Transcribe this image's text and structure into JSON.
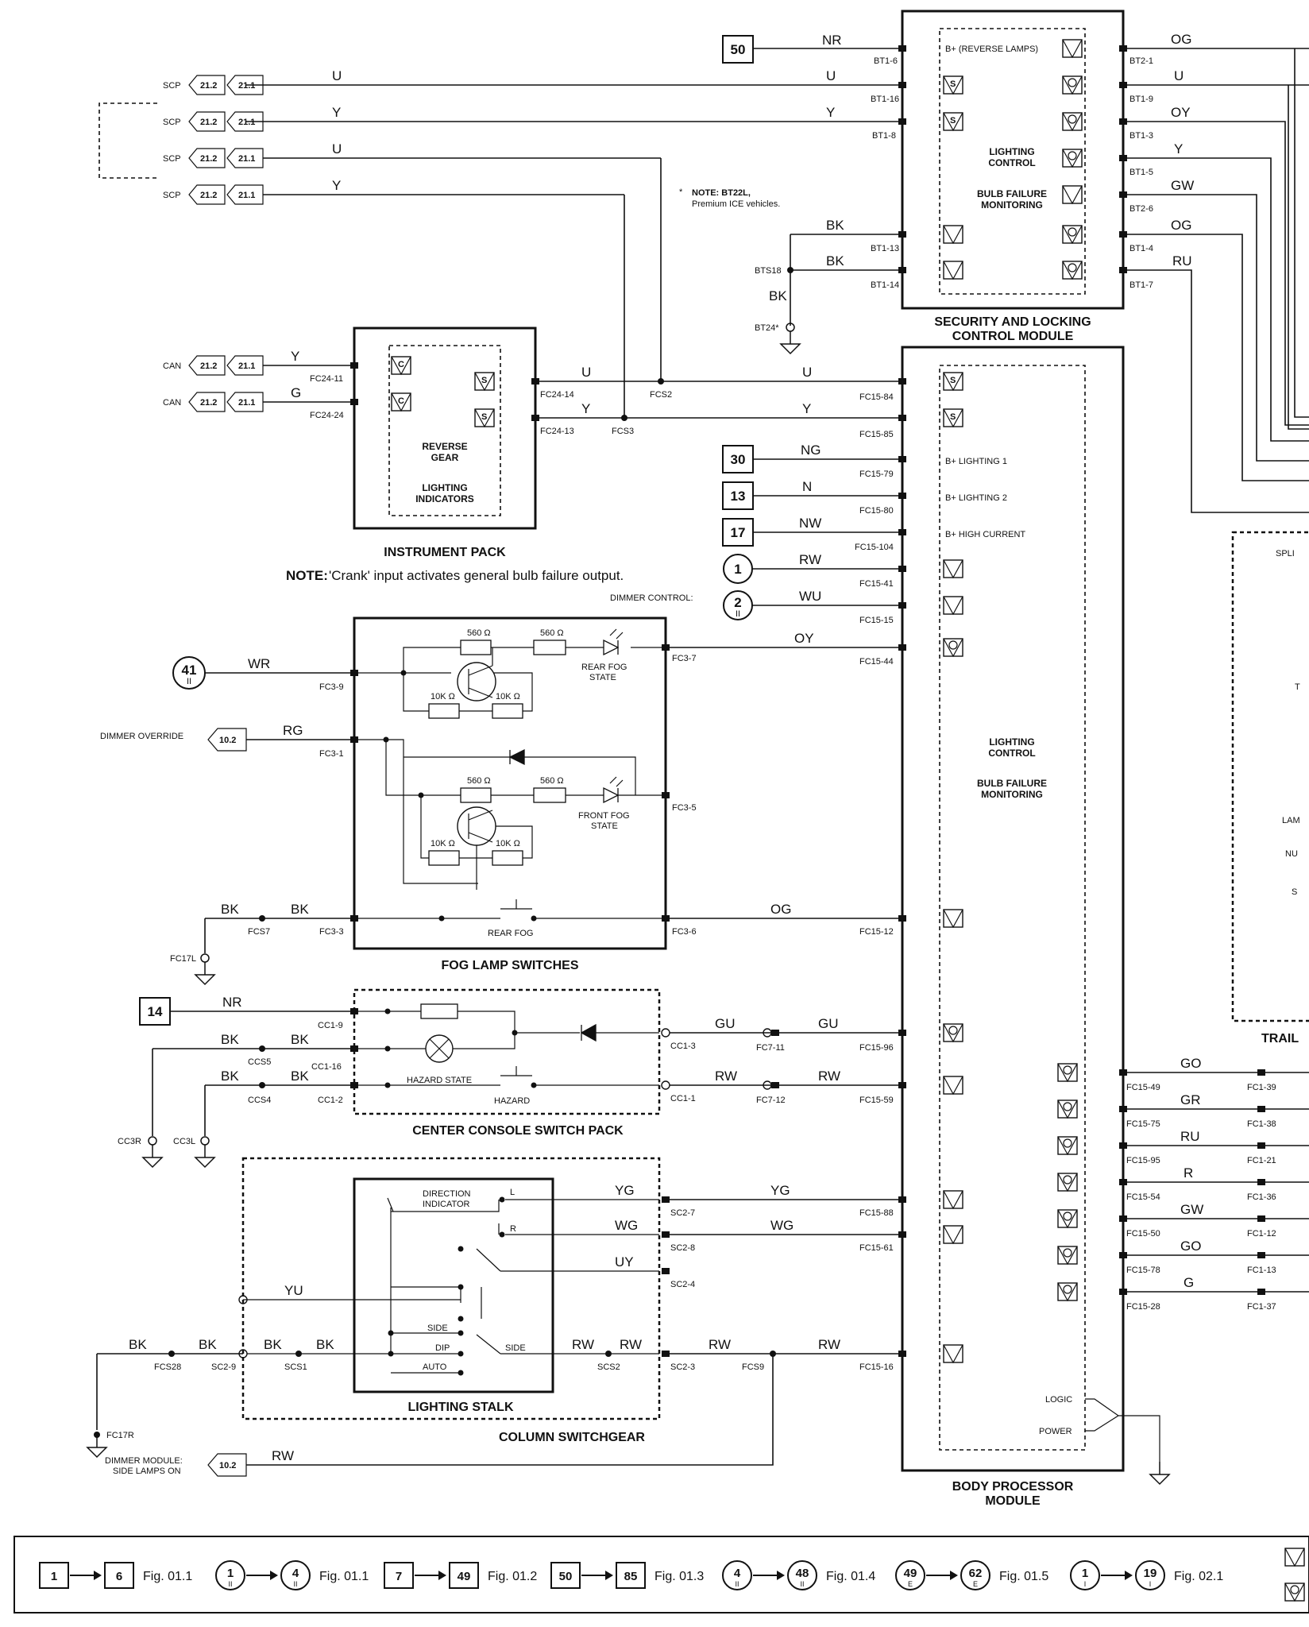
{
  "modules": {
    "security": {
      "title_line1": "SECURITY AND LOCKING",
      "title_line2": "CONTROL MODULE",
      "inner_line1": "LIGHTING",
      "inner_line2": "CONTROL",
      "inner_line3": "BULB FAILURE",
      "inner_line4": "MONITORING",
      "reverse_lamps": "B+ (REVERSE LAMPS)"
    },
    "instrument": {
      "title": "INSTRUMENT PACK",
      "line1": "REVERSE",
      "line2": "GEAR",
      "line3": "LIGHTING",
      "line4": "INDICATORS"
    },
    "body": {
      "title_line1": "BODY PROCESSOR",
      "title_line2": "MODULE",
      "inner_line1": "LIGHTING",
      "inner_line2": "CONTROL",
      "inner_line3": "BULB FAILURE",
      "inner_line4": "MONITORING",
      "b_light1": "B+ LIGHTING 1",
      "b_light2": "B+ LIGHTING 2",
      "b_high": "B+ HIGH CURRENT",
      "logic": "LOGIC",
      "power": "POWER"
    },
    "fog": {
      "title": "FOG LAMP SWITCHES",
      "rear_state_1": "REAR FOG",
      "rear_state_2": "STATE",
      "front_state_1": "FRONT FOG",
      "front_state_2": "STATE",
      "rear_fog": "REAR FOG",
      "r560": "560 Ω",
      "r10k": "10K Ω"
    },
    "console": {
      "title": "CENTER CONSOLE SWITCH PACK",
      "hazard_state": "HAZARD STATE",
      "hazard": "HAZARD"
    },
    "stalk": {
      "title": "LIGHTING STALK",
      "group": "COLUMN SWITCHGEAR",
      "dir1": "DIRECTION",
      "dir2": "INDICATOR",
      "l": "L",
      "r": "R",
      "side": "SIDE",
      "dip": "DIP",
      "auto": "AUTO",
      "side2": "SIDE"
    },
    "trailer": {
      "title_partial": "TRAIL",
      "t1": "SPLI",
      "t2": "T",
      "t3": "LAM",
      "t4": "NU",
      "t5": "S"
    }
  },
  "notes": {
    "note1_mark": "*",
    "note1_a": "NOTE: BT22L,",
    "note1_b": "Premium ICE vehicles.",
    "note2_bold": "NOTE:",
    "note2_text": "'Crank' input activates general bulb failure output."
  },
  "refs": {
    "scp": "SCP",
    "can": "CAN",
    "r212": "21.2",
    "r211": "21.1",
    "r102": "10.2",
    "dimmer_override": "DIMMER OVERRIDE",
    "dimmer_control": "DIMMER CONTROL:",
    "dimmer_module_1": "DIMMER MODULE:",
    "dimmer_module_2": "SIDE LAMPS ON",
    "b50": "50",
    "b30": "30",
    "b13": "13",
    "b17": "17",
    "b14": "14",
    "c1": "1",
    "c2": "2",
    "c2sub": "II",
    "c41": "41",
    "c41sub": "II"
  },
  "wires": {
    "NR": "NR",
    "OG": "OG",
    "U": "U",
    "Y": "Y",
    "OY": "OY",
    "GW": "GW",
    "RU": "RU",
    "BK": "BK",
    "G": "G",
    "NG": "NG",
    "N": "N",
    "NW": "NW",
    "RW": "RW",
    "WU": "WU",
    "WR": "WR",
    "RG": "RG",
    "GU": "GU",
    "GO": "GO",
    "GR": "GR",
    "R": "R",
    "YG": "YG",
    "WG": "WG",
    "UY": "UY",
    "YU": "YU"
  },
  "pins": {
    "bt1_6": "BT1-6",
    "bt1_16": "BT1-16",
    "bt1_8": "BT1-8",
    "bt1_13": "BT1-13",
    "bt1_14": "BT1-14",
    "bt2_1": "BT2-1",
    "bt1_9": "BT1-9",
    "bt1_3": "BT1-3",
    "bt1_5": "BT1-5",
    "bt2_6": "BT2-6",
    "bt1_4": "BT1-4",
    "bt1_7": "BT1-7",
    "bts18": "BTS18",
    "bt24": "BT24*",
    "fc24_11": "FC24-11",
    "fc24_24": "FC24-24",
    "fc24_14": "FC24-14",
    "fc24_13": "FC24-13",
    "fcs2": "FCS2",
    "fcs3": "FCS3",
    "fc15_84": "FC15-84",
    "fc15_85": "FC15-85",
    "fc15_79": "FC15-79",
    "fc15_80": "FC15-80",
    "fc15_104": "FC15-104",
    "fc15_41": "FC15-41",
    "fc15_15": "FC15-15",
    "fc15_44": "FC15-44",
    "fc15_12": "FC15-12",
    "fc15_96": "FC15-96",
    "fc15_59": "FC15-59",
    "fc15_88": "FC15-88",
    "fc15_61": "FC15-61",
    "fc15_16": "FC15-16",
    "fc15_49": "FC15-49",
    "fc15_75": "FC15-75",
    "fc15_95": "FC15-95",
    "fc15_54": "FC15-54",
    "fc15_50": "FC15-50",
    "fc15_78": "FC15-78",
    "fc15_28": "FC15-28",
    "fc1_39": "FC1-39",
    "fc1_38": "FC1-38",
    "fc1_21": "FC1-21",
    "fc1_36": "FC1-36",
    "fc1_12": "FC1-12",
    "fc1_13": "FC1-13",
    "fc1_37": "FC1-37",
    "fc3_9": "FC3-9",
    "fc3_1": "FC3-1",
    "fc3_7": "FC3-7",
    "fc3_5": "FC3-5",
    "fc3_3": "FC3-3",
    "fc3_6": "FC3-6",
    "fcs7": "FCS7",
    "fc17l": "FC17L",
    "fc17r": "FC17R",
    "cc1_9": "CC1-9",
    "cc1_16": "CC1-16",
    "cc1_2": "CC1-2",
    "cc1_3": "CC1-3",
    "cc1_1": "CC1-1",
    "ccs5": "CCS5",
    "ccs4": "CCS4",
    "cc3r": "CC3R",
    "cc3l": "CC3L",
    "fc7_11": "FC7-11",
    "fc7_12": "FC7-12",
    "sc2_7": "SC2-7",
    "sc2_8": "SC2-8",
    "sc2_4": "SC2-4",
    "sc2_3": "SC2-3",
    "sc2_9": "SC2-9",
    "scs1": "SCS1",
    "scs2": "SCS2",
    "fcs28": "FCS28",
    "fcs9": "FCS9"
  },
  "legend": [
    {
      "from": "1",
      "to": "6",
      "fig": "Fig. 01.1"
    },
    {
      "from": "1",
      "to": "4",
      "sub": "II",
      "fig": "Fig. 01.1"
    },
    {
      "from": "7",
      "to": "49",
      "fig": "Fig. 01.2"
    },
    {
      "from": "50",
      "to": "85",
      "fig": "Fig. 01.3"
    },
    {
      "from": "4",
      "to": "48",
      "sub": "II",
      "fig": "Fig. 01.4"
    },
    {
      "from": "49",
      "to": "62",
      "sub": "E",
      "fig": "Fig. 01.5"
    },
    {
      "from": "1",
      "to": "19",
      "sub": "I",
      "fig": "Fig. 02.1"
    }
  ],
  "symbols": {
    "S": "S",
    "C": "C",
    "I": "I",
    "O": "O",
    "plus": "+",
    "minus": "–"
  }
}
